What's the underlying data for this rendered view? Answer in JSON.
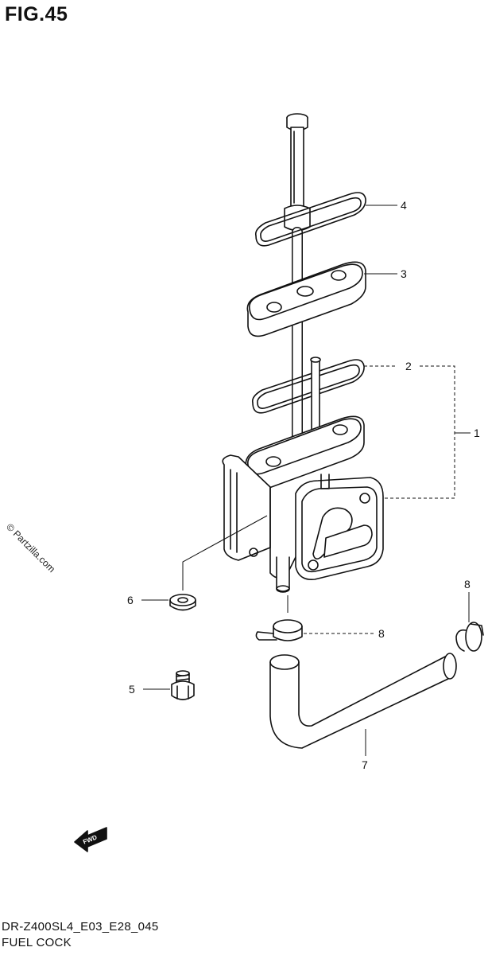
{
  "figure": {
    "title": "FIG.45",
    "code": "DR-Z400SL4_E03_E28_045",
    "name": "FUEL COCK"
  },
  "watermark": "© Partzilla.com",
  "arrow_label": "FWD",
  "callouts": [
    {
      "id": "4",
      "part": "gasket-ring-upper"
    },
    {
      "id": "3",
      "part": "filter-holder-plate"
    },
    {
      "id": "2",
      "part": "gasket-ring-lower"
    },
    {
      "id": "1",
      "part": "fuel-cock-assembly"
    },
    {
      "id": "6",
      "part": "washer"
    },
    {
      "id": "5",
      "part": "bolt"
    },
    {
      "id": "8",
      "part": "hose-clamp"
    },
    {
      "id": "8",
      "part": "hose-clamp"
    },
    {
      "id": "7",
      "part": "fuel-hose"
    }
  ]
}
